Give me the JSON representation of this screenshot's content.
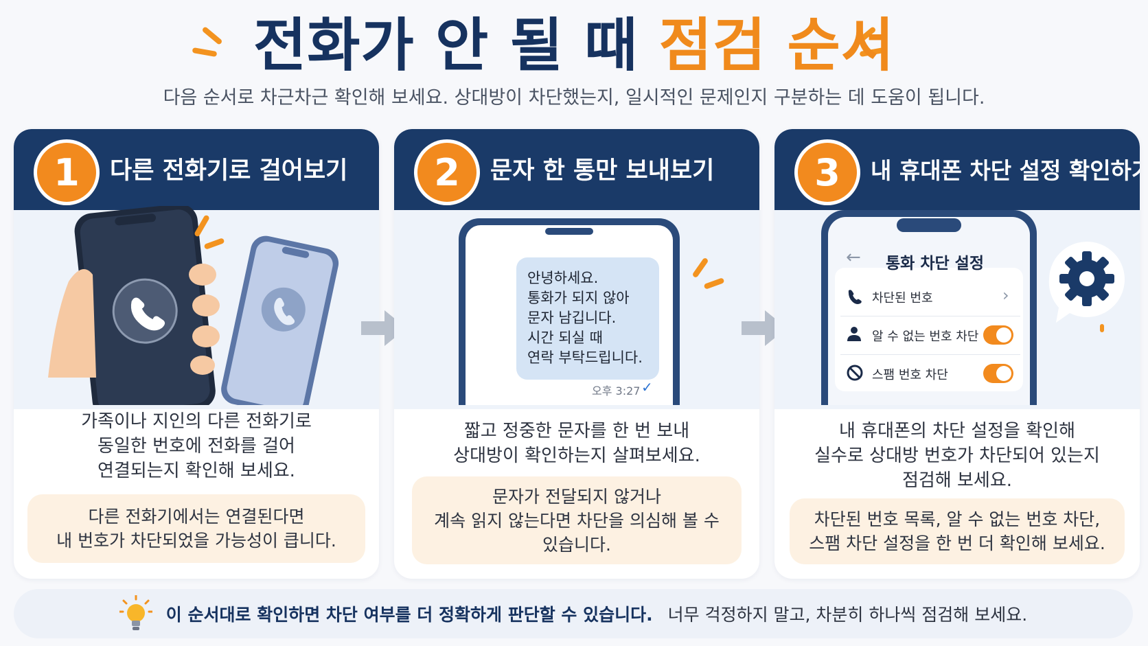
{
  "header": {
    "title_part1": "전화가 안 될 때",
    "title_part2": "점검 순서",
    "subtitle": "다음 순서로 차근차근 확인해 보세요. 상대방이 차단했는지, 일시적인 문제인지 구분하는 데 도움이 됩니다."
  },
  "steps": [
    {
      "number": "1",
      "title": "다른 전화기로 걸어보기",
      "desc": [
        "가족이나 지인의 다른 전화기로",
        "동일한 번호에 전화를 걸어",
        "연결되는지 확인해 보세요."
      ],
      "note": [
        "다른 전화기에서는 연결된다면",
        "내 번호가 차단되었을 가능성이 큽니다."
      ]
    },
    {
      "number": "2",
      "title": "문자 한 통만 보내보기",
      "message": [
        "안녕하세요.",
        "통화가 되지 않아",
        "문자 남깁니다.",
        "시간 되실 때",
        "연락 부탁드립니다."
      ],
      "time": "오후 3:27",
      "desc": [
        "짧고 정중한 문자를 한 번 보내",
        "상대방이 확인하는지 살펴보세요."
      ],
      "note": [
        "문자가 전달되지 않거나",
        "계속 읽지 않는다면 차단을 의심해 볼 수",
        "있습니다."
      ]
    },
    {
      "number": "3",
      "title": "내 휴대폰 차단 설정 확인하기",
      "screen_title": "통화 차단 설정",
      "rows": [
        "차단된 번호",
        "알 수 없는 번호 차단",
        "스팸 번호 차단"
      ],
      "desc": [
        "내 휴대폰의 차단 설정을 확인해",
        "실수로 상대방 번호가 차단되어 있는지",
        "점검해 보세요."
      ],
      "note": [
        "차단된 번호 목록, 알 수 없는 번호 차단,",
        "스팸 차단 설정을 한 번 더 확인해 보세요."
      ]
    }
  ],
  "footer": {
    "bold": "이 순서대로 확인하면 차단 여부를 더 정확하게 판단할 수 있습니다.",
    "rest": "너무 걱정하지 말고, 차분히 하나씩 점검해 보세요."
  },
  "icons": [
    "phone-icon",
    "gear-icon",
    "lightbulb-icon",
    "arrow-right-icon",
    "person-icon",
    "block-icon",
    "chevron-right-icon",
    "back-arrow-icon",
    "check-icon"
  ],
  "colors": {
    "navy": "#1a3a68",
    "orange": "#f28a1e",
    "note_bg": "#fdf1e2"
  }
}
